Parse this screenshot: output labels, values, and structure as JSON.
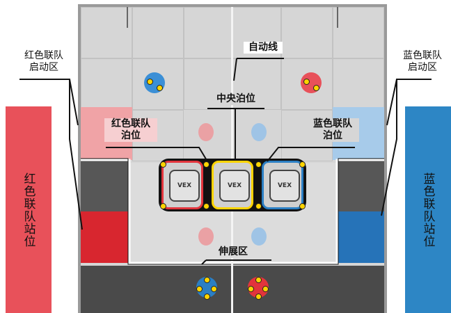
{
  "labels": {
    "red_start_zone_line1": "红色联队",
    "red_start_zone_line2": "启动区",
    "blue_start_zone_line1": "蓝色联队",
    "blue_start_zone_line2": "启动区",
    "auto_line": "自动线",
    "center_dock": "中央泊位",
    "red_dock_line1": "红色联队",
    "red_dock_line2": "泊位",
    "blue_dock_line1": "蓝色联队",
    "blue_dock_line2": "泊位",
    "extension_zone": "伸展区",
    "red_station": "红色联队站位",
    "blue_station": "蓝色联队站位"
  },
  "goal_logo": "VEX",
  "colors": {
    "red": "#e2343c",
    "blue": "#2b7fc4",
    "yellow": "#ffd400",
    "station_red": "#e8515a",
    "station_blue": "#2d86c5"
  }
}
